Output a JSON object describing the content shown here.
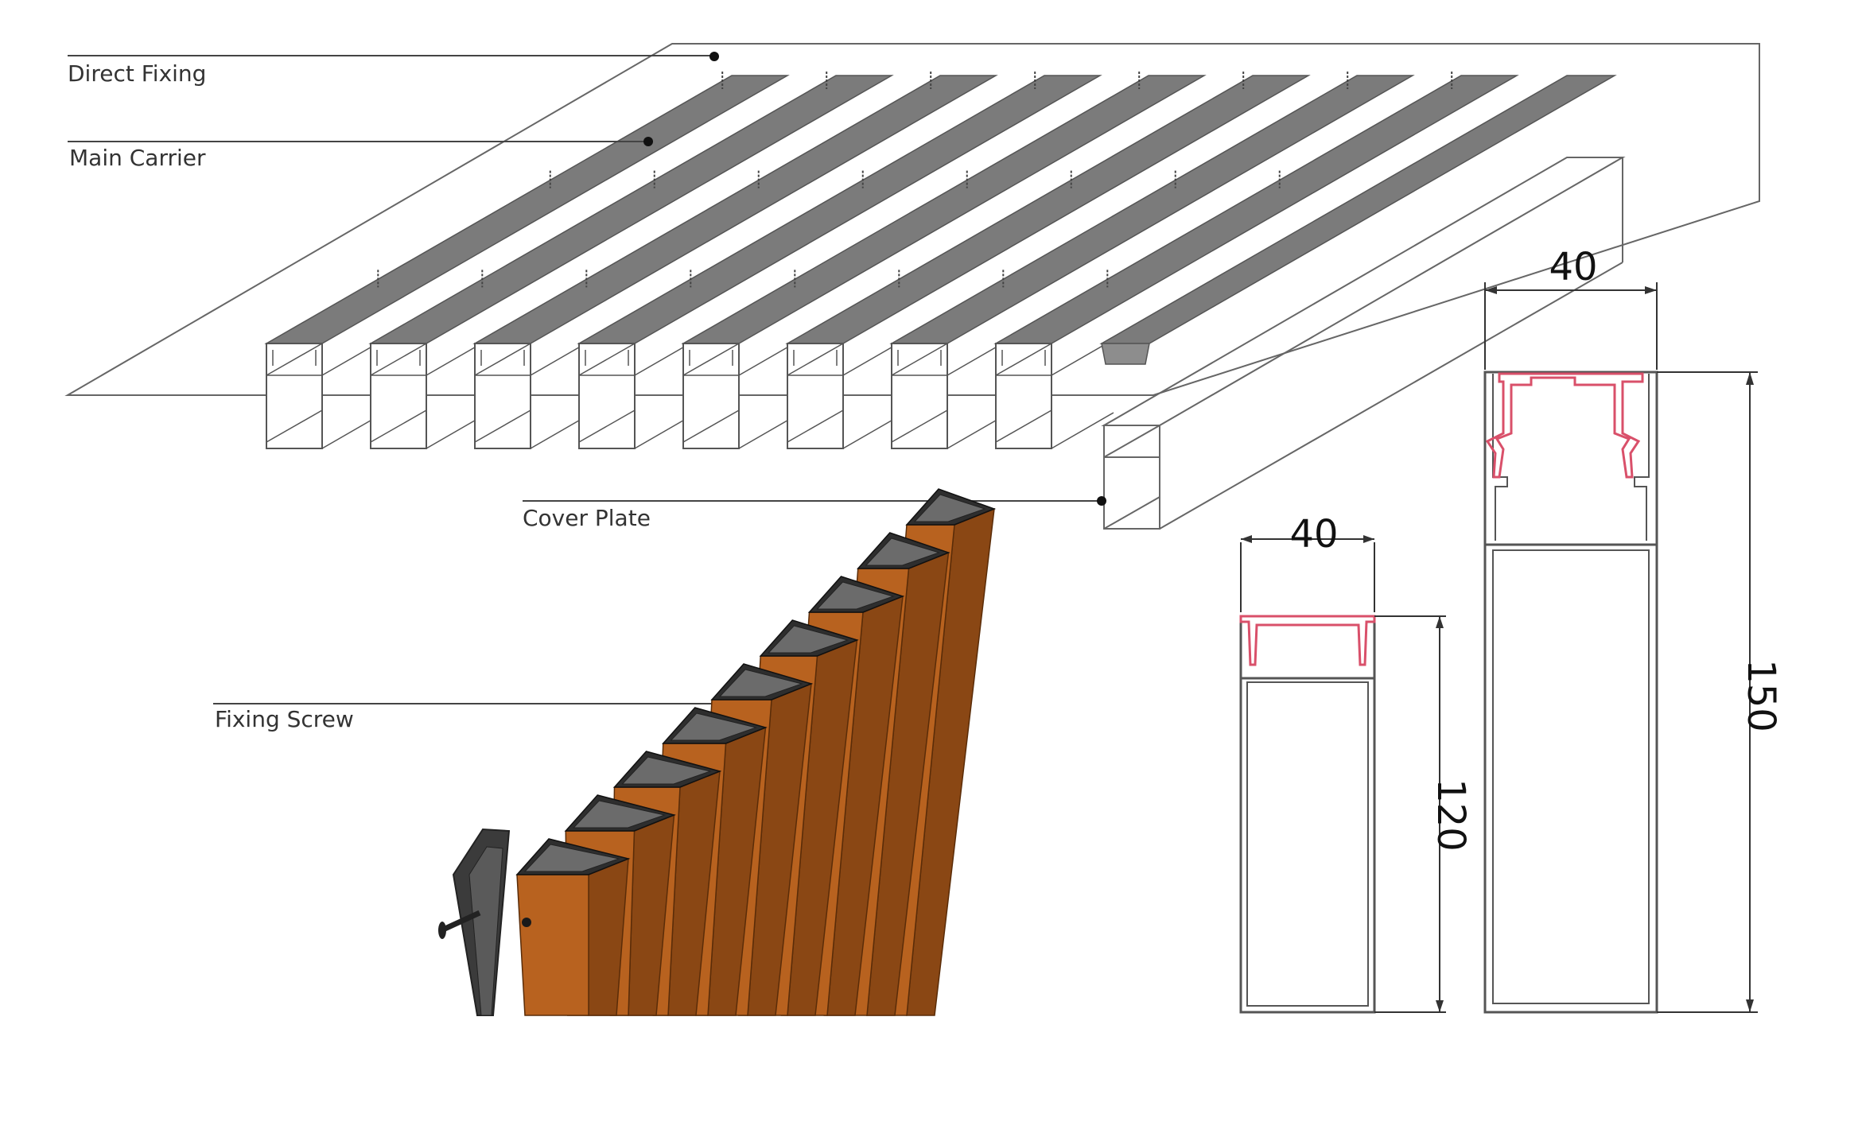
{
  "labels": {
    "direct_fixing": "Direct Fixing",
    "main_carrier": "Main Carrier",
    "cover_plate": "Cover Plate",
    "fixing_screw": "Fixing Screw"
  },
  "dimensions": {
    "small_width": "40",
    "small_height": "120",
    "large_width": "40",
    "large_height": "150"
  },
  "colors": {
    "line": "#555555",
    "carrier_top": "#7b7b7b",
    "profile_red": "#d9506a",
    "wood": "#b8621f",
    "wood_dark": "#8a4714",
    "metal": "#3b3b3b"
  }
}
